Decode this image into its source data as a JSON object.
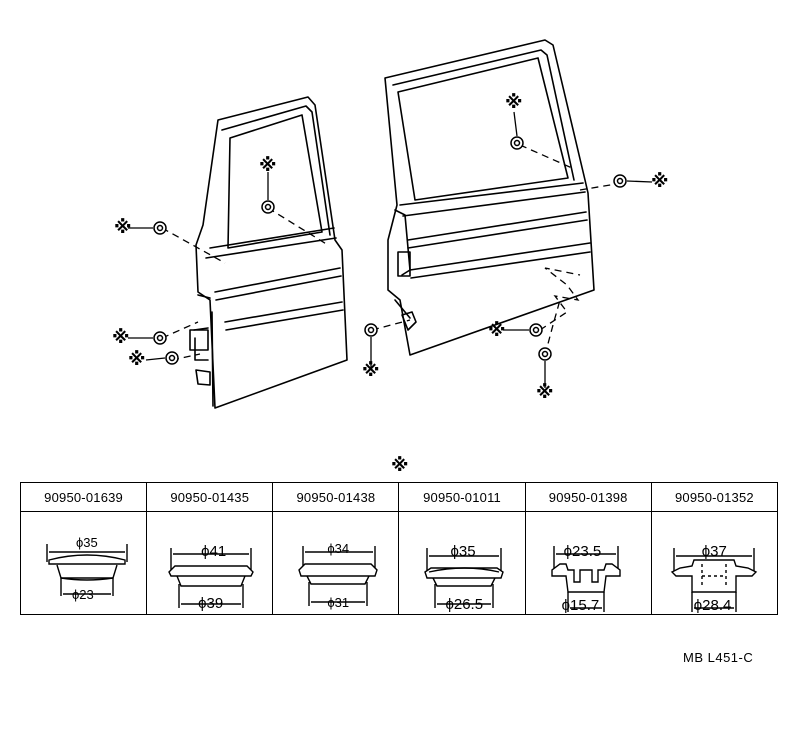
{
  "reference_mark": "※",
  "header_mark": "※",
  "parts": [
    {
      "part_no": "90950-01639",
      "outer_dia": "ϕ35",
      "inner_dia": "ϕ23"
    },
    {
      "part_no": "90950-01435",
      "outer_dia": "ϕ41",
      "inner_dia": "ϕ39"
    },
    {
      "part_no": "90950-01438",
      "outer_dia": "ϕ34",
      "inner_dia": "ϕ31"
    },
    {
      "part_no": "90950-01011",
      "outer_dia": "ϕ35",
      "inner_dia": "ϕ26.5"
    },
    {
      "part_no": "90950-01398",
      "outer_dia": "ϕ23.5",
      "inner_dia": "ϕ15.7"
    },
    {
      "part_no": "90950-01352",
      "outer_dia": "ϕ37",
      "inner_dia": "ϕ28.4"
    }
  ],
  "drawing_code": "MB  L451-C"
}
